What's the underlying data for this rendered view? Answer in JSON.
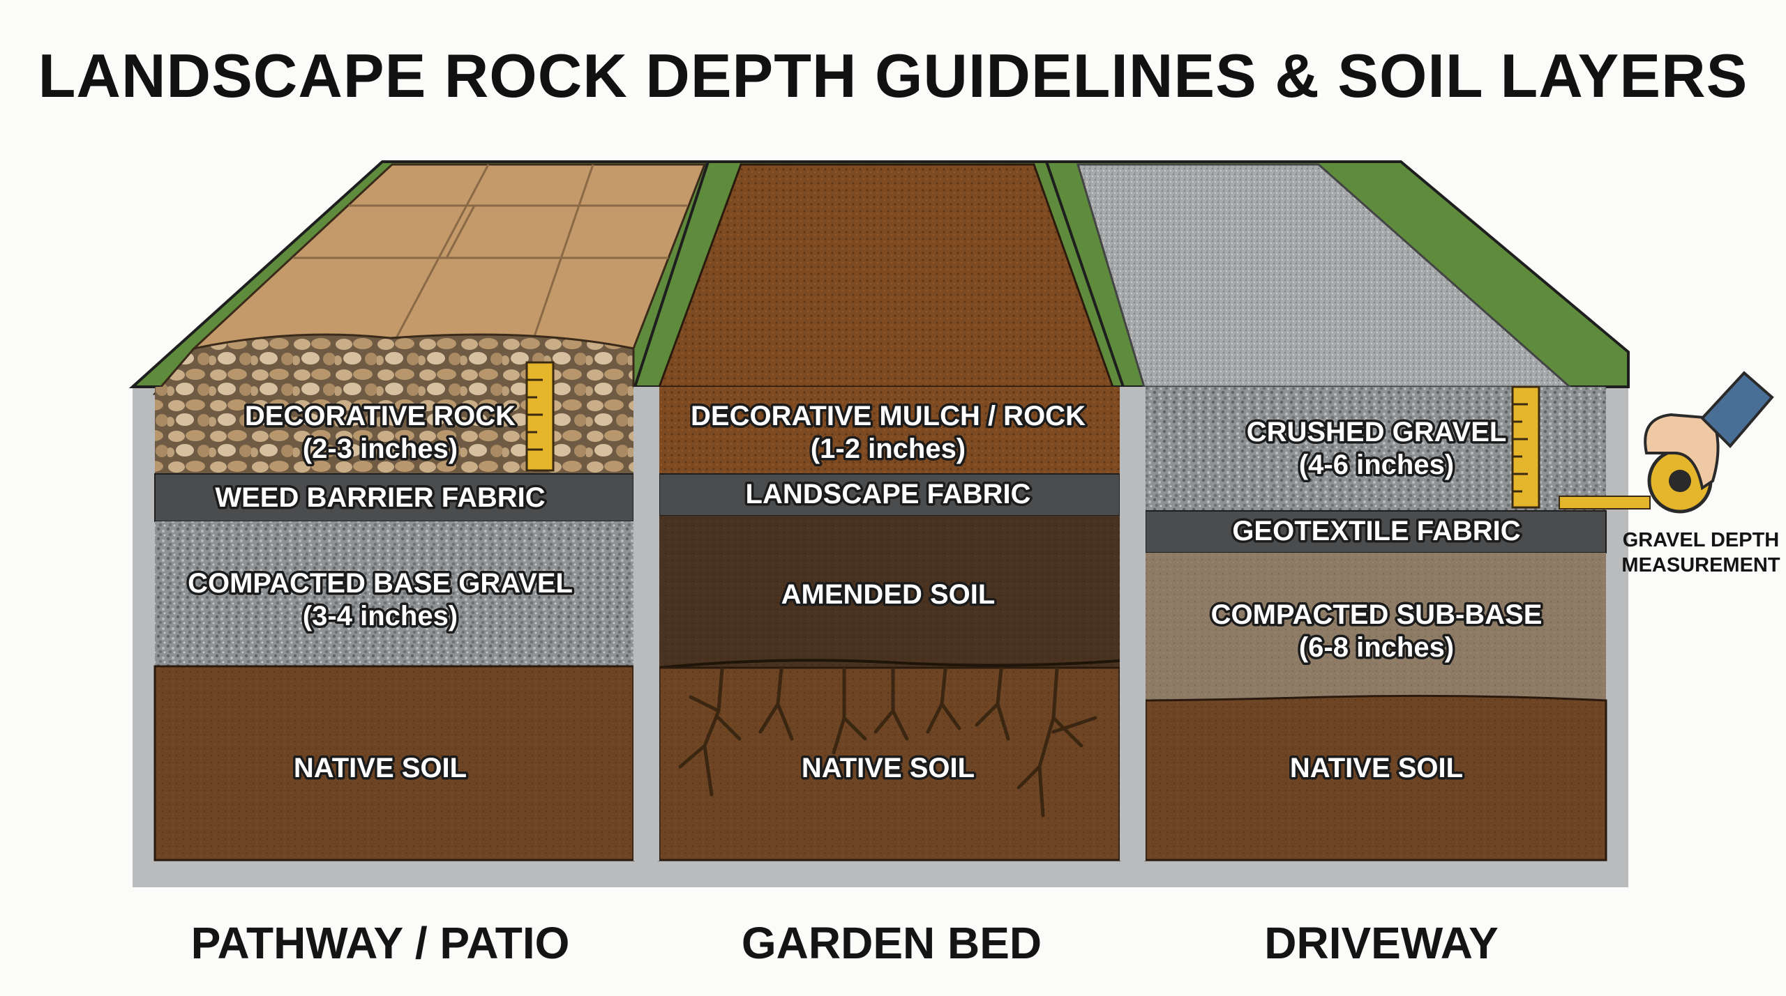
{
  "title": "LANDSCAPE ROCK DEPTH GUIDELINES & SOIL LAYERS",
  "sections": [
    {
      "caption": "PATHWAY / PATIO",
      "layers": [
        {
          "name": "DECORATIVE ROCK",
          "depth": "(2-3 inches)"
        },
        {
          "name": "WEED BARRIER FABRIC"
        },
        {
          "name": "COMPACTED BASE GRAVEL",
          "depth": "(3-4 inches)"
        },
        {
          "name": "NATIVE SOIL"
        }
      ]
    },
    {
      "caption": "GARDEN BED",
      "layers": [
        {
          "name": "DECORATIVE MULCH / ROCK",
          "depth": "(1-2 inches)"
        },
        {
          "name": "LANDSCAPE FABRIC"
        },
        {
          "name": "AMENDED SOIL"
        },
        {
          "name": "NATIVE SOIL"
        }
      ]
    },
    {
      "caption": "DRIVEWAY",
      "layers": [
        {
          "name": "CRUSHED GRAVEL",
          "depth": "(4-6 inches)"
        },
        {
          "name": "GEOTEXTILE FABRIC"
        },
        {
          "name": "COMPACTED SUB-BASE",
          "depth": "(6-8 inches)"
        },
        {
          "name": "NATIVE SOIL"
        }
      ]
    }
  ],
  "measurement_label": [
    "GRAVEL DEPTH",
    "MEASUREMENT"
  ]
}
